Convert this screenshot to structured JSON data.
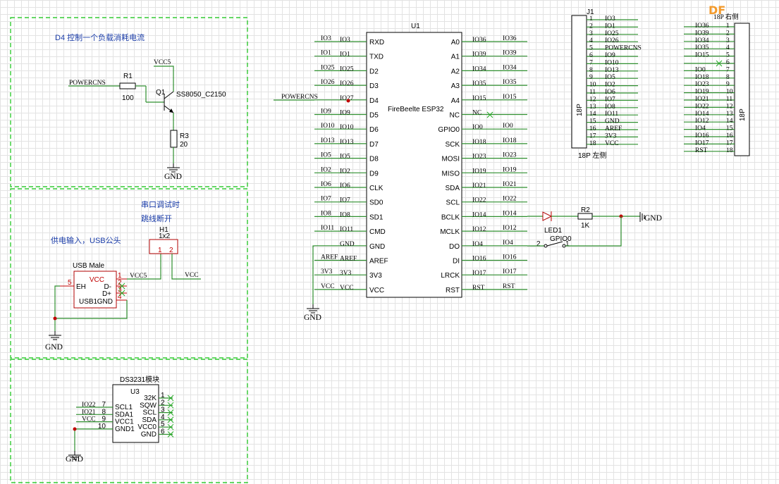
{
  "sections": {
    "d4_title": "D4 控制一个负载消耗电流",
    "serial_title": "串口调试时",
    "serial_sub": "跳线断开",
    "power_title": "供电输入，USB公头"
  },
  "q1_circuit": {
    "vcc5": "VCC5",
    "r1": "R1",
    "r1_val": "100",
    "q1": "Q1",
    "q1_part": "SS8050_C2150",
    "r3": "R3",
    "r3_val": "20",
    "net_in": "POWERCNS",
    "gnd": "GND"
  },
  "usb": {
    "title": "USB Male",
    "ref": "USB1",
    "pins_left": [
      "EH"
    ],
    "pins_right": [
      "VCC",
      "D-",
      "D+",
      "GND"
    ],
    "pin_nums": [
      "1",
      "2",
      "3",
      "4",
      "5"
    ],
    "net_vcc5": "VCC5",
    "gnd": "GND"
  },
  "h1": {
    "ref": "H1",
    "type": "1x2",
    "p1": "1",
    "p2": "2",
    "net_vcc": "VCC"
  },
  "u1": {
    "ref": "U1",
    "name": "FireBeelte ESP32",
    "left_pins": [
      "RXD",
      "TXD",
      "D2",
      "D3",
      "D4",
      "D5",
      "D6",
      "D7",
      "D8",
      "D9",
      "CLK",
      "SD0",
      "SD1",
      "CMD",
      "GND",
      "AREF",
      "3V3",
      "VCC"
    ],
    "left_inner": [
      "IO3",
      "IO1",
      "IO25",
      "IO26",
      "IO27",
      "IO9",
      "IO10",
      "IO13",
      "IO5",
      "IO2",
      "IO6",
      "IO7",
      "IO8",
      "IO11",
      "GND",
      "AREF",
      "3V3",
      "VCC"
    ],
    "left_nets": [
      "IO3",
      "IO1",
      "IO25",
      "IO26",
      "POWERCNS",
      "IO9",
      "IO10",
      "IO13",
      "IO5",
      "IO2",
      "IO6",
      "IO7",
      "IO8",
      "IO11",
      "",
      "AREF",
      "3V3",
      "VCC"
    ],
    "right_pins": [
      "A0",
      "A1",
      "A2",
      "A3",
      "A4",
      "NC",
      "GPIO0",
      "SCK",
      "MOSI",
      "MISO",
      "SDA",
      "SCL",
      "BCLK",
      "MCLK",
      "DO",
      "DI",
      "LRCK",
      "RST"
    ],
    "right_inner": [
      "IO36",
      "IO39",
      "IO34",
      "IO35",
      "IO15",
      "NC",
      "IO0",
      "IO18",
      "IO23",
      "IO19",
      "IO21",
      "IO22",
      "IO14",
      "IO12",
      "IO4",
      "IO16",
      "IO17",
      "RST"
    ],
    "right_nets": [
      "IO36",
      "IO39",
      "IO34",
      "IO35",
      "IO15",
      "",
      "IO0",
      "IO18",
      "IO23",
      "IO19",
      "IO21",
      "IO22",
      "IO14",
      "IO12",
      "IO4",
      "IO16",
      "IO17",
      "RST"
    ],
    "gnd": "GND"
  },
  "led": {
    "led": "LED1",
    "r2": "R2",
    "r2_val": "1K",
    "gpio0": "GPIO0",
    "sw_p1": "2",
    "sw_p2": "1",
    "gnd": "GND"
  },
  "j1": {
    "ref": "J1",
    "label": "18P",
    "caption": "18P 左侧",
    "nums": [
      "1",
      "2",
      "3",
      "4",
      "5",
      "6",
      "7",
      "8",
      "9",
      "10",
      "11",
      "12",
      "13",
      "14",
      "15",
      "16",
      "17",
      "18"
    ],
    "nets": [
      "IO3",
      "IO1",
      "IO25",
      "IO26",
      "POWERCNS",
      "IO9",
      "IO10",
      "IO13",
      "IO5",
      "IO2",
      "IO6",
      "IO7",
      "IO8",
      "IO11",
      "GND",
      "AREF",
      "3V3",
      "VCC"
    ]
  },
  "j2": {
    "label": "18P",
    "caption": "18P 右侧",
    "nums": [
      "1",
      "2",
      "3",
      "4",
      "5",
      "6",
      "7",
      "8",
      "9",
      "10",
      "11",
      "12",
      "13",
      "14",
      "15",
      "16",
      "17",
      "18"
    ],
    "nets": [
      "IO36",
      "IO39",
      "IO34",
      "IO35",
      "IO15",
      "",
      "IO0",
      "IO18",
      "IO23",
      "IO19",
      "IO21",
      "IO22",
      "IO14",
      "IO12",
      "IO4",
      "IO16",
      "IO17",
      "RST"
    ]
  },
  "u3": {
    "title": "DS3231模块",
    "ref": "U3",
    "left_nets": [
      "IO22",
      "IO21",
      "VCC",
      ""
    ],
    "left_pins": [
      "SCL1",
      "SDA1",
      "VCC1",
      "GND1"
    ],
    "left_nums": [
      "7",
      "8",
      "9",
      "10"
    ],
    "right_pins": [
      "32K",
      "SQW",
      "SCL",
      "SDA",
      "VCC0",
      "GND"
    ],
    "right_nums": [
      "1",
      "2",
      "3",
      "4",
      "5",
      "6"
    ],
    "gnd": "GND"
  },
  "logo": "DF"
}
